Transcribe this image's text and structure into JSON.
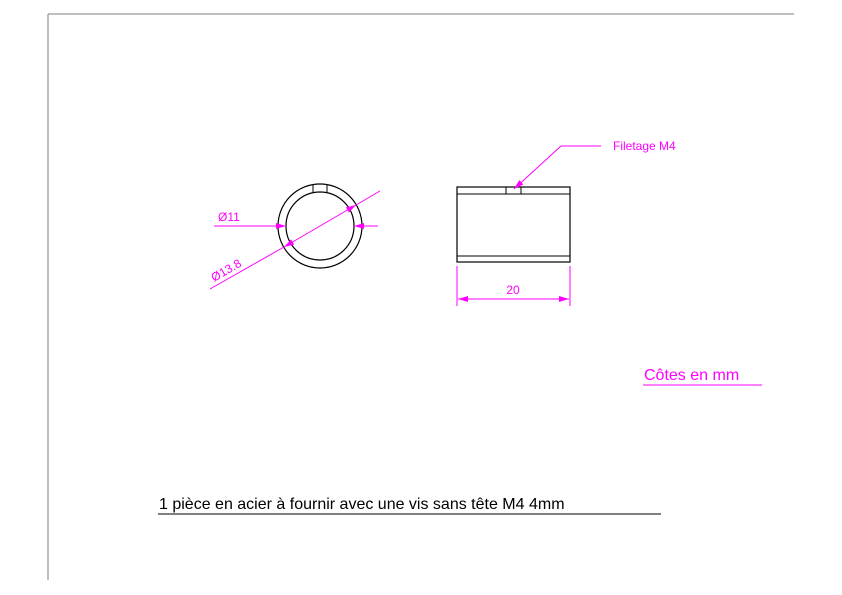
{
  "colors": {
    "dimension": "#ff00ff",
    "outline": "#000000",
    "frame": "#7f7f7f"
  },
  "end_view": {
    "inner_diameter_label": "Ø11",
    "outer_diameter_label": "Ø13.8"
  },
  "side_view": {
    "length_label": "20",
    "thread_label": "Filetage M4"
  },
  "units_note": "Côtes en mm",
  "part_note": "1 pièce en acier à fournir avec une vis sans tête M4 4mm"
}
